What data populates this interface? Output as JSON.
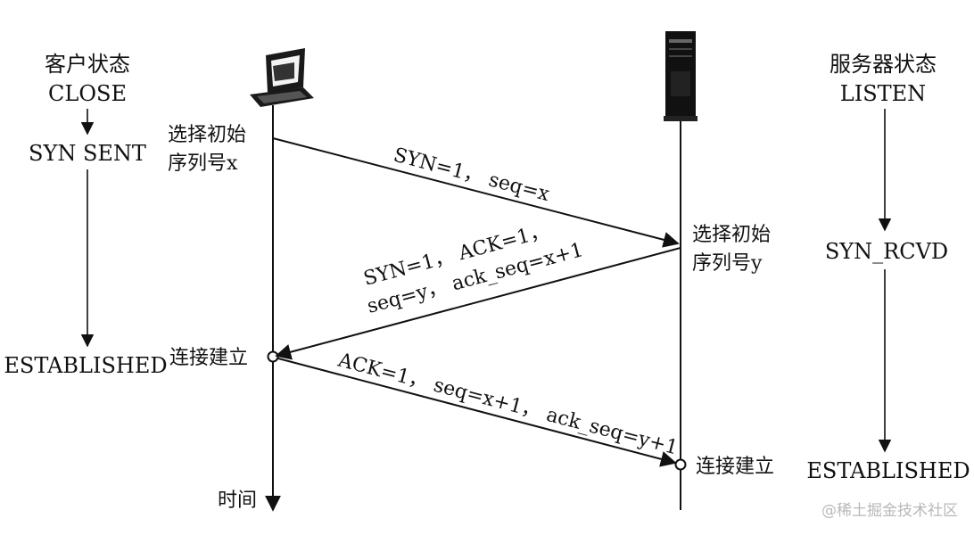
{
  "client": {
    "state_title": "客户状态",
    "states": [
      "CLOSE",
      "SYN SENT",
      "ESTABLISHED"
    ],
    "choose_seq_line1": "选择初始",
    "choose_seq_line2": "序列号x",
    "established_note": "连接建立"
  },
  "server": {
    "state_title": "服务器状态",
    "states": [
      "LISTEN",
      "SYN_RCVD",
      "ESTABLISHED"
    ],
    "choose_seq_line1": "选择初始",
    "choose_seq_line2": "序列号y",
    "established_note": "连接建立"
  },
  "messages": {
    "syn": "SYN=1， seq=x",
    "synack_line1": "SYN=1， ACK=1，",
    "synack_line2": "seq=y， ack_seq=x+1",
    "ack": "ACK=1， seq=x+1， ack_seq=y+1"
  },
  "time_axis_label": "时间",
  "watermark": "@稀土掘金技术社区",
  "icons": [
    "computer-icon",
    "server-icon"
  ]
}
